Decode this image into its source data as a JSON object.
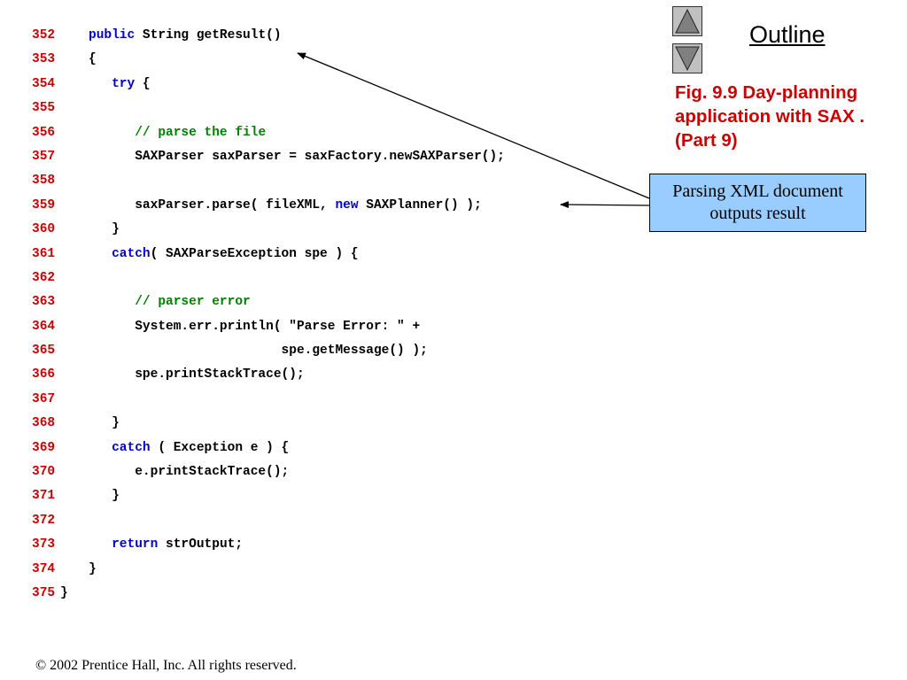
{
  "code_lines": [
    {
      "num": "352",
      "segments": [
        {
          "text": "public",
          "kind": "keyword"
        },
        {
          "text": " String getResult()",
          "kind": "code"
        }
      ]
    },
    {
      "num": "353",
      "segments": [
        {
          "text": "{",
          "kind": "code"
        }
      ]
    },
    {
      "num": "354",
      "segments": [
        {
          "text": "   ",
          "kind": "code"
        },
        {
          "text": "try",
          "kind": "keyword"
        },
        {
          "text": " {",
          "kind": "code"
        }
      ]
    },
    {
      "num": "355",
      "segments": []
    },
    {
      "num": "356",
      "segments": [
        {
          "text": "      ",
          "kind": "code"
        },
        {
          "text": "// parse the file",
          "kind": "comment"
        }
      ]
    },
    {
      "num": "357",
      "segments": [
        {
          "text": "      SAXParser saxParser = saxFactory.newSAXParser();",
          "kind": "code"
        }
      ]
    },
    {
      "num": "358",
      "segments": []
    },
    {
      "num": "359",
      "segments": [
        {
          "text": "      saxParser.parse( fileXML, ",
          "kind": "code"
        },
        {
          "text": "new",
          "kind": "keyword"
        },
        {
          "text": " SAXPlanner() );",
          "kind": "code"
        }
      ]
    },
    {
      "num": "360",
      "segments": [
        {
          "text": "   }",
          "kind": "code"
        }
      ]
    },
    {
      "num": "361",
      "segments": [
        {
          "text": "   ",
          "kind": "code"
        },
        {
          "text": "catch",
          "kind": "keyword"
        },
        {
          "text": "( SAXParseException spe ) {",
          "kind": "code"
        }
      ]
    },
    {
      "num": "362",
      "segments": []
    },
    {
      "num": "363",
      "segments": [
        {
          "text": "      ",
          "kind": "code"
        },
        {
          "text": "// parser error",
          "kind": "comment"
        }
      ]
    },
    {
      "num": "364",
      "segments": [
        {
          "text": "      System.err.println( \"Parse Error: \" +",
          "kind": "code"
        }
      ]
    },
    {
      "num": "365",
      "segments": [
        {
          "text": "                         spe.getMessage() );",
          "kind": "code"
        }
      ]
    },
    {
      "num": "366",
      "segments": [
        {
          "text": "      spe.printStackTrace();",
          "kind": "code"
        }
      ]
    },
    {
      "num": "367",
      "segments": []
    },
    {
      "num": "368",
      "segments": [
        {
          "text": "   }",
          "kind": "code"
        }
      ]
    },
    {
      "num": "369",
      "segments": [
        {
          "text": "   ",
          "kind": "code"
        },
        {
          "text": "catch",
          "kind": "keyword"
        },
        {
          "text": " ( Exception e ) {",
          "kind": "code"
        }
      ]
    },
    {
      "num": "370",
      "segments": [
        {
          "text": "      e.printStackTrace();",
          "kind": "code"
        }
      ]
    },
    {
      "num": "371",
      "segments": [
        {
          "text": "   }",
          "kind": "code"
        }
      ]
    },
    {
      "num": "372",
      "segments": []
    },
    {
      "num": "373",
      "segments": [
        {
          "text": "   ",
          "kind": "code"
        },
        {
          "text": "return",
          "kind": "keyword"
        },
        {
          "text": " strOutput;",
          "kind": "code"
        }
      ]
    },
    {
      "num": "374",
      "segments": [
        {
          "text": "}",
          "kind": "code"
        }
      ]
    },
    {
      "num": "375",
      "segments": [
        {
          "text": "}",
          "kind": "code"
        }
      ]
    }
  ],
  "sidebar": {
    "outline_label": "Outline",
    "fig_title": "Fig. 9.9    Day-planning application with SAX . (Part 9)",
    "callout_text": "Parsing XML document outputs result",
    "nav_up_icon": "triangle-up-icon",
    "nav_down_icon": "triangle-down-icon"
  },
  "footer": {
    "copyright": "© 2002 Prentice Hall, Inc.  All rights reserved."
  },
  "colors": {
    "line_numbers": "#cc0000",
    "keyword": "#0000cc",
    "comment": "#008000",
    "fig_title": "#cc0000",
    "callout_bg": "#99ccff",
    "nav_button_bg": "#c0c0c0"
  }
}
